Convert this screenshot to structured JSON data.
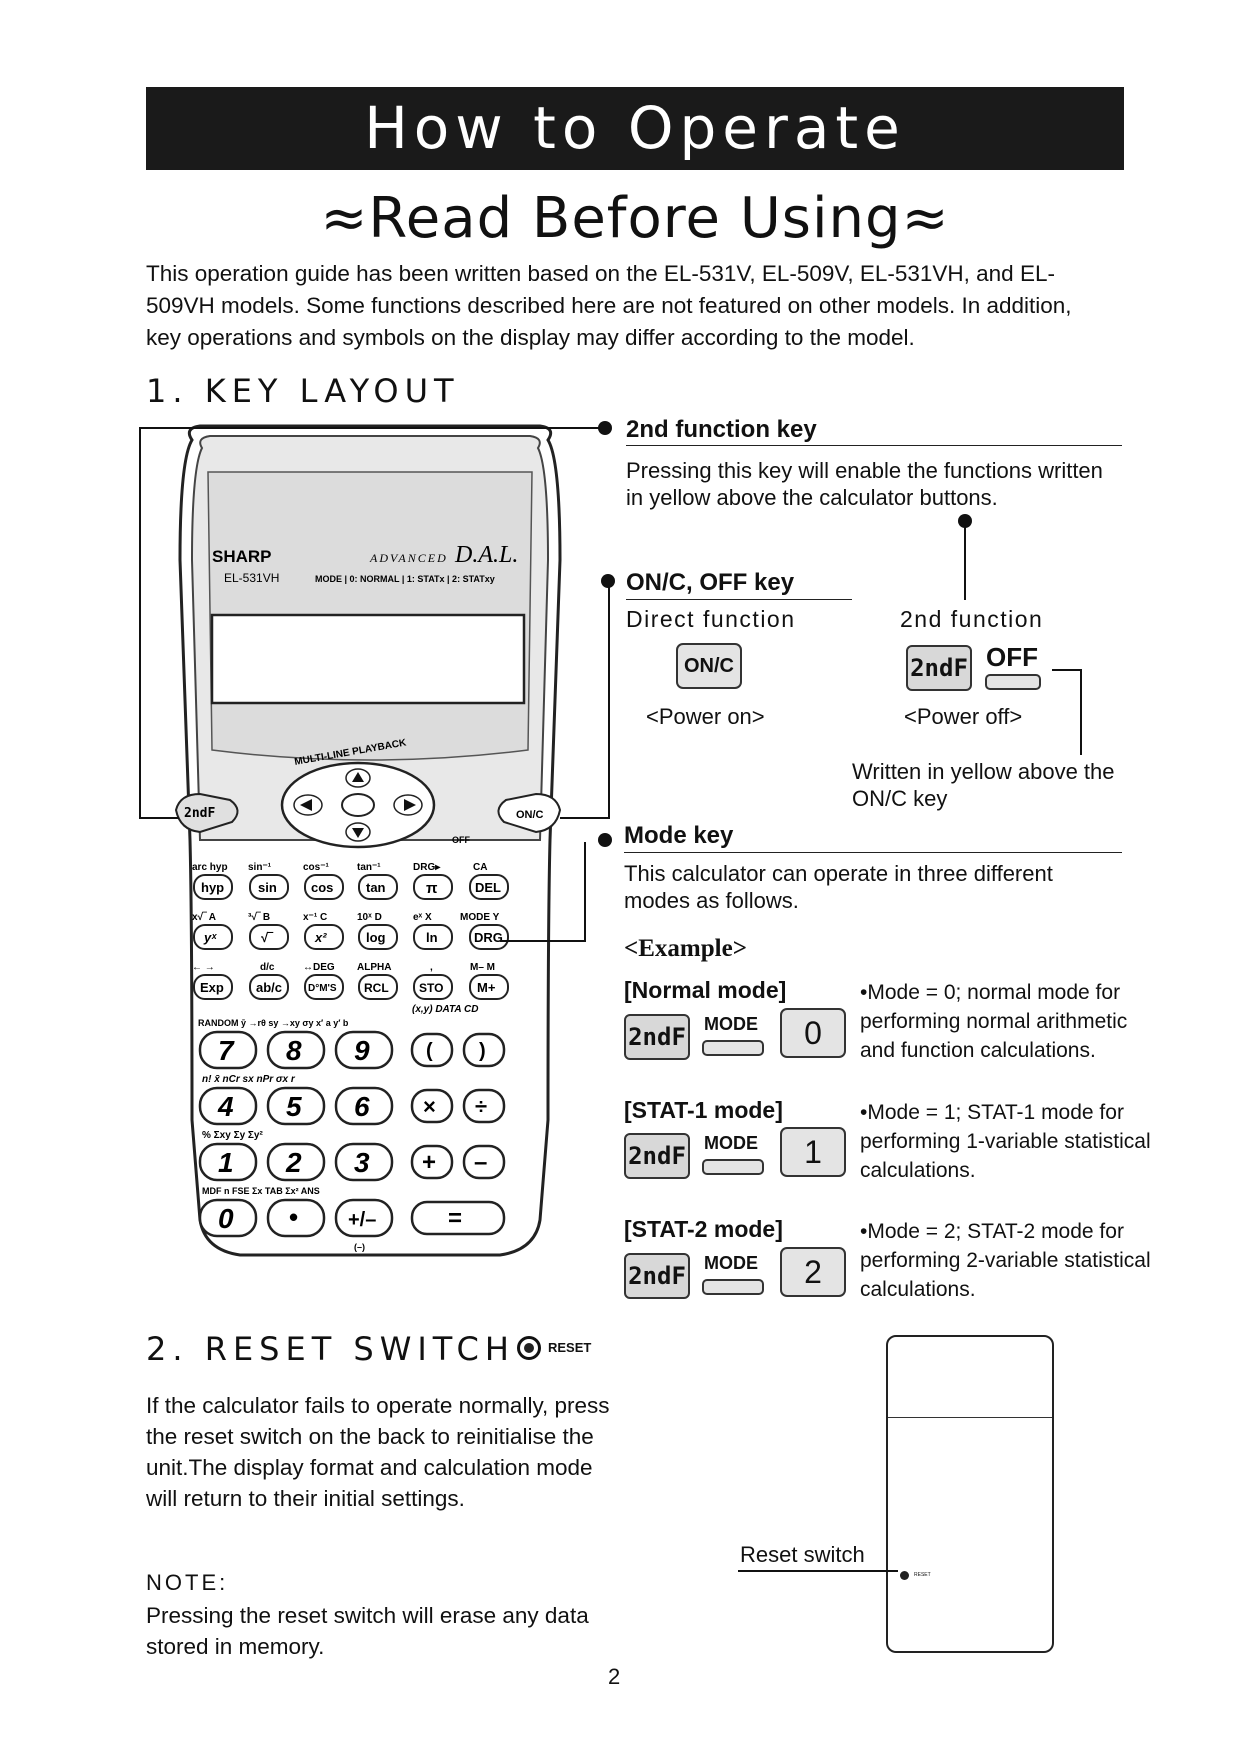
{
  "header": {
    "title": "How to Operate",
    "subtitle": "≈Read Before Using≈"
  },
  "intro": "This operation guide has been written based on the EL-531V, EL-509V, EL-531VH, and EL-509VH models. Some functions described here are not featured on other models. In addition, key operations and symbols on the display may differ according to the model.",
  "key_layout": {
    "heading": "1. KEY LAYOUT",
    "second_function": {
      "title": "2nd function key",
      "text": "Pressing this key will enable the functions written in yellow above the calculator buttons."
    },
    "onc_off": {
      "title": "ON/C, OFF key",
      "direct_label": "Direct function",
      "second_label": "2nd function",
      "onc_key": "ON/C",
      "secondf_key": "2ndF",
      "off_label": "OFF",
      "power_on": "<Power on>",
      "power_off": "<Power off>",
      "yellow_note": "Written in yellow above the ON/C key"
    },
    "mode": {
      "title": "Mode key",
      "text": "This calculator can operate in three different modes as follows.",
      "example": "<Example>",
      "modes": [
        {
          "name": "[Normal mode]",
          "digit": "0",
          "desc": "•Mode = 0; normal mode for performing normal arithmetic and function calculations."
        },
        {
          "name": "[STAT-1 mode]",
          "digit": "1",
          "desc": "•Mode = 1; STAT-1 mode for performing 1-variable statistical calculations."
        },
        {
          "name": "[STAT-2 mode]",
          "digit": "2",
          "desc": "•Mode = 2; STAT-2 mode for performing 2-variable statistical calculations."
        }
      ],
      "secondf_key": "2ndF",
      "mode_key": "MODE"
    }
  },
  "calculator": {
    "brand": "SHARP",
    "series": "ADVANCED D.A.L.",
    "model": "EL-531VH",
    "mode_label": "MODE | 0: NORMAL | 1: STATx | 2: STATxy",
    "playback": "MULTI-LINE PLAYBACK",
    "key_2ndf": "2ndF",
    "key_onc": "ON/C",
    "key_off": "OFF",
    "rows": [
      {
        "labels": [
          "arc hyp",
          "sin⁻¹",
          "cos⁻¹",
          "tan⁻¹",
          "DRG▸",
          "CA"
        ],
        "keys": [
          "hyp",
          "sin",
          "cos",
          "tan",
          "π",
          "DEL"
        ]
      },
      {
        "labels": [
          "x√‾ A",
          "³√‾ B",
          "x⁻¹ C",
          "10ˣ D",
          "eˣ X",
          "MODE Y"
        ],
        "keys": [
          "yˣ",
          "√‾",
          "x²",
          "log",
          "ln",
          "DRG"
        ]
      },
      {
        "labels": [
          "← → ",
          "d/c",
          "↔DEG",
          "ALPHA",
          ",",
          "M– M"
        ],
        "keys": [
          "Exp",
          "ab/c",
          "D°M'S",
          "RCL",
          "STO",
          "M+"
        ]
      }
    ],
    "num_rows": [
      {
        "labels": "RANDOM  ȳ  →rθ  sy  →xy  σy   x′  a   y′  b",
        "keys": [
          "7",
          "8",
          "9",
          "(",
          ")"
        ]
      },
      {
        "labels": "n!   x̄  nCr  sx  nPr  σx                r",
        "keys": [
          "4",
          "5",
          "6",
          "×",
          "÷"
        ]
      },
      {
        "labels": "%   Σxy          Σy         Σy²",
        "keys": [
          "1",
          "2",
          "3",
          "+",
          "–"
        ]
      },
      {
        "labels": "MDF   n  FSE  Σx  TAB  Σx²        ANS",
        "keys": [
          "0",
          "•",
          "+/–",
          "="
        ]
      }
    ],
    "data_cd": "(x,y)  DATA  CD",
    "neg_label": "(–)"
  },
  "reset": {
    "heading": "2. RESET SWITCH",
    "badge": "RESET",
    "text": "If the calculator fails to operate normally, press the reset switch on the back to reinitialise the unit.The display format and calculation mode will return to their initial settings.",
    "note_label": "NOTE:",
    "note_text": "Pressing the reset switch will erase any data stored in memory.",
    "switch_label": "Reset switch",
    "small_label": "RESET"
  },
  "page_number": "2"
}
